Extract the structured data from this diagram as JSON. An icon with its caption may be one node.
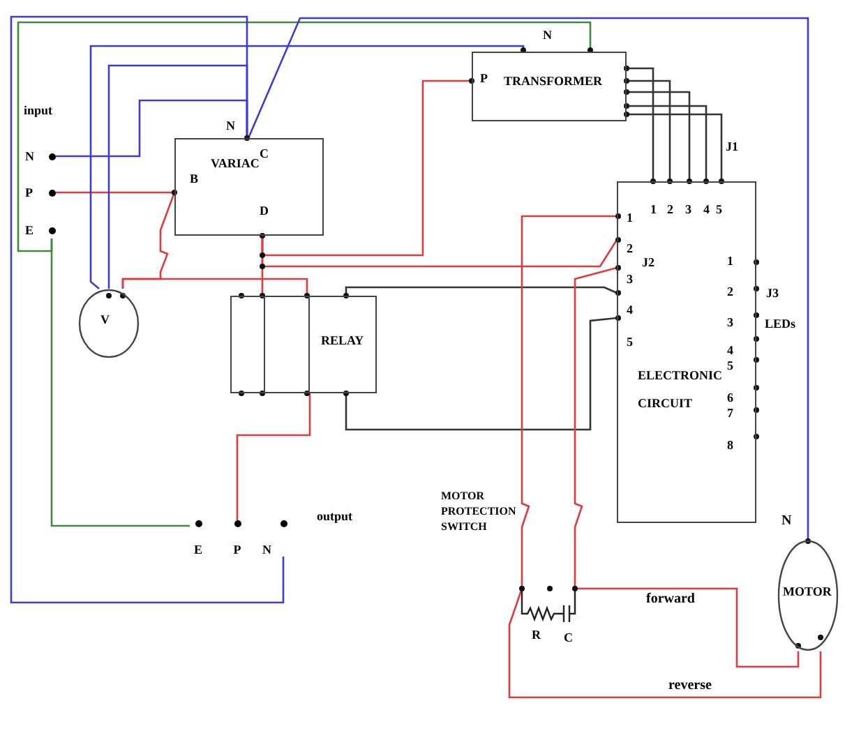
{
  "diagram": {
    "nodes": [
      {
        "text": [
          "N"
        ]
      },
      {
        "text": [
          "P"
        ]
      },
      {
        "text": [
          "E"
        ]
      },
      {
        "text": [
          "N",
          "C",
          "VARIAC",
          "B",
          "D"
        ]
      },
      {
        "text": [
          "N",
          "P",
          "TRANSFORMER"
        ]
      },
      {
        "text": [
          "V"
        ]
      },
      {
        "text": [
          "RELAY"
        ]
      },
      {
        "text": [
          "ELECTRONIC CIRCUIT"
        ]
      },
      {
        "text": [
          "E"
        ]
      },
      {
        "text": [
          "P"
        ]
      },
      {
        "text": [
          "N"
        ]
      },
      {
        "text": [
          "MOTOR"
        ],
        "beside": [
          "N"
        ]
      }
    ],
    "edges": [
      {
        "from": 0,
        "to": 3,
        "arrow": "none",
        "color": "#3b3bd6"
      },
      {
        "from": 1,
        "to": 3,
        "arrow": "none",
        "color": "#e0393e"
      },
      {
        "from": 2,
        "to": 8,
        "arrow": "none",
        "color": "#3f8a3f"
      },
      {
        "from": 2,
        "to": 4,
        "arrow": "none",
        "color": "#3f8a3f"
      },
      {
        "from": 3,
        "to": 10,
        "arrow": "none",
        "color": "#3b3bd6"
      },
      {
        "from": 3,
        "to": 11,
        "arrow": "none",
        "color": "#3b3bd6"
      },
      {
        "from": 5,
        "to": 3,
        "arrow": "none",
        "color": "#3b3bd6"
      },
      {
        "from": 5,
        "to": 4,
        "arrow": "none",
        "color": "#3b3bd6"
      },
      {
        "from": 3,
        "to": 5,
        "arrow": "none",
        "color": "#e0393e"
      },
      {
        "from": 3,
        "to": 6,
        "arrow": "none",
        "color": "#e0393e"
      },
      {
        "from": 5,
        "to": 6,
        "arrow": "none",
        "color": "#e0393e"
      },
      {
        "from": 3,
        "to": 4,
        "arrow": "none",
        "color": "#e0393e"
      },
      {
        "from": 3,
        "to": 7,
        "arrow": "none",
        "color": "#e0393e"
      },
      {
        "from": 6,
        "to": 9,
        "arrow": "none",
        "color": "#e0393e"
      },
      {
        "from": 6,
        "to": 7,
        "arrow": "none",
        "color": "#333333"
      },
      {
        "from": 6,
        "to": 7,
        "arrow": "none",
        "color": "#333333"
      },
      {
        "from": 4,
        "to": 7,
        "arrow": "none",
        "color": "#333333"
      },
      {
        "from": 4,
        "to": 7,
        "arrow": "none",
        "color": "#333333"
      },
      {
        "from": 4,
        "to": 7,
        "arrow": "none",
        "color": "#333333"
      },
      {
        "from": 4,
        "to": 7,
        "arrow": "none",
        "color": "#333333"
      },
      {
        "from": 4,
        "to": 7,
        "arrow": "none",
        "color": "#333333"
      },
      {
        "from": 7,
        "to": 11,
        "arrow": "none",
        "label": "reverse",
        "color": "#e0393e"
      },
      {
        "from": 7,
        "to": 11,
        "arrow": "none",
        "label": "forward",
        "color": "#e0393e"
      }
    ],
    "labels": [
      "input",
      "J1",
      "1",
      "2",
      "3",
      "4",
      "5",
      "1",
      "2",
      "3",
      "4",
      "5",
      "J2",
      "1",
      "2",
      "3",
      "4",
      "5",
      "6",
      "7",
      "8",
      "J3",
      "LEDs",
      "output",
      "MOTOR PROTECTION SWITCH",
      "R",
      "C"
    ]
  }
}
